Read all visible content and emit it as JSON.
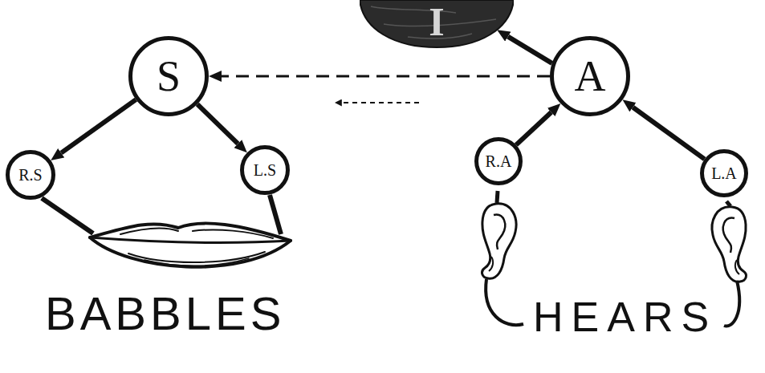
{
  "diagram": {
    "nodes": [
      {
        "text": [
          "I"
        ]
      },
      {
        "text": [
          "S"
        ]
      },
      {
        "text": [
          "A"
        ]
      },
      {
        "text": [
          "R.S"
        ]
      },
      {
        "text": [
          "L.S"
        ]
      },
      {
        "text": [
          "R.A"
        ]
      },
      {
        "text": [
          "L.A"
        ]
      }
    ],
    "edges": [
      {
        "from": 1,
        "to": 3,
        "arrow": "to"
      },
      {
        "from": 1,
        "to": 4,
        "arrow": "to"
      },
      {
        "from": 5,
        "to": 2,
        "arrow": "to"
      },
      {
        "from": 6,
        "to": 2,
        "arrow": "to"
      },
      {
        "from": 2,
        "to": 0,
        "arrow": "to"
      },
      {
        "from": 2,
        "to": 1,
        "arrow": "to"
      }
    ],
    "labels": [
      "BABBLES",
      "HEARS"
    ]
  }
}
